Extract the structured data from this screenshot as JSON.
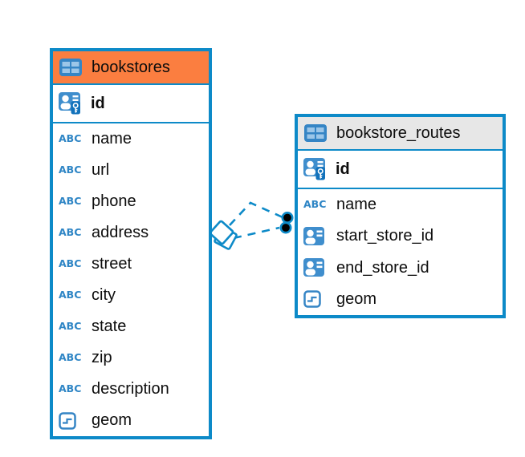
{
  "colors": {
    "accent_blue": "#0d8ac8",
    "icon_blue": "#3585c5",
    "bookstores_header_bg": "#fb7e40",
    "routes_header_bg": "#e7e7e7",
    "endpoint_dot": "#000000"
  },
  "icons": {
    "text_type_glyph": "ABC"
  },
  "tables": [
    {
      "name": "bookstores",
      "primary_key": "id",
      "fields": [
        {
          "name": "name",
          "type": "text"
        },
        {
          "name": "url",
          "type": "text"
        },
        {
          "name": "phone",
          "type": "text"
        },
        {
          "name": "address",
          "type": "text"
        },
        {
          "name": "street",
          "type": "text"
        },
        {
          "name": "city",
          "type": "text"
        },
        {
          "name": "state",
          "type": "text"
        },
        {
          "name": "zip",
          "type": "text"
        },
        {
          "name": "description",
          "type": "text"
        },
        {
          "name": "geom",
          "type": "geometry"
        }
      ]
    },
    {
      "name": "bookstore_routes",
      "primary_key": "id",
      "fields": [
        {
          "name": "name",
          "type": "text"
        },
        {
          "name": "start_store_id",
          "type": "reference"
        },
        {
          "name": "end_store_id",
          "type": "reference"
        },
        {
          "name": "geom",
          "type": "geometry"
        }
      ]
    }
  ],
  "relationship": {
    "from_table": "bookstores",
    "to_table": "bookstore_routes",
    "line_style": "dashed",
    "line_count": 2
  }
}
